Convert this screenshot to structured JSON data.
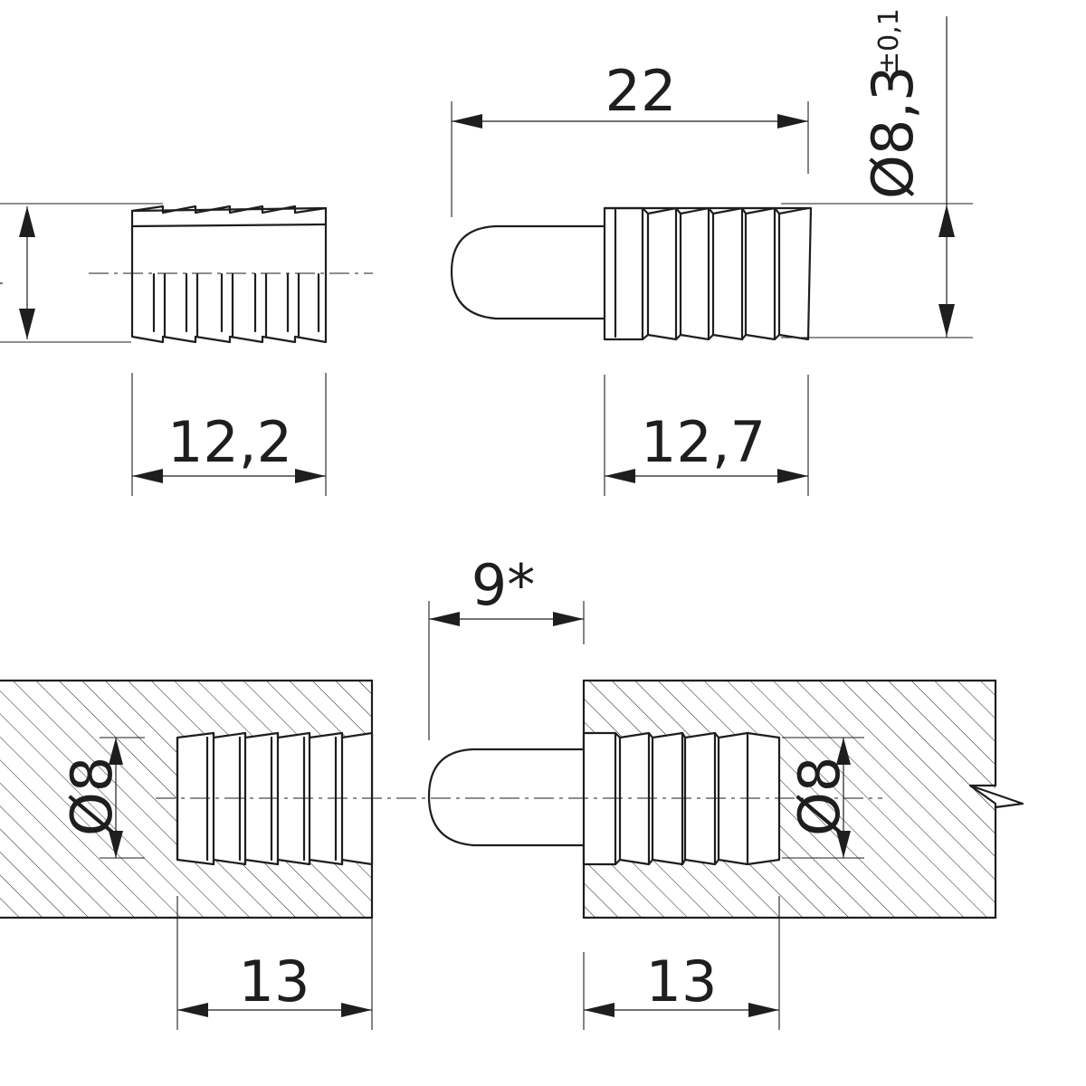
{
  "dimensions": {
    "overall_length": "22",
    "diameter": "Ø8,3",
    "diameter_tolerance": "±0,1",
    "socket_length": "12,2",
    "pin_thread_length": "12,7",
    "gap": "9*",
    "bore_diameter_left": "Ø8",
    "bore_diameter_right": "Ø8",
    "bore_depth_left": "13",
    "bore_depth_right": "13"
  }
}
